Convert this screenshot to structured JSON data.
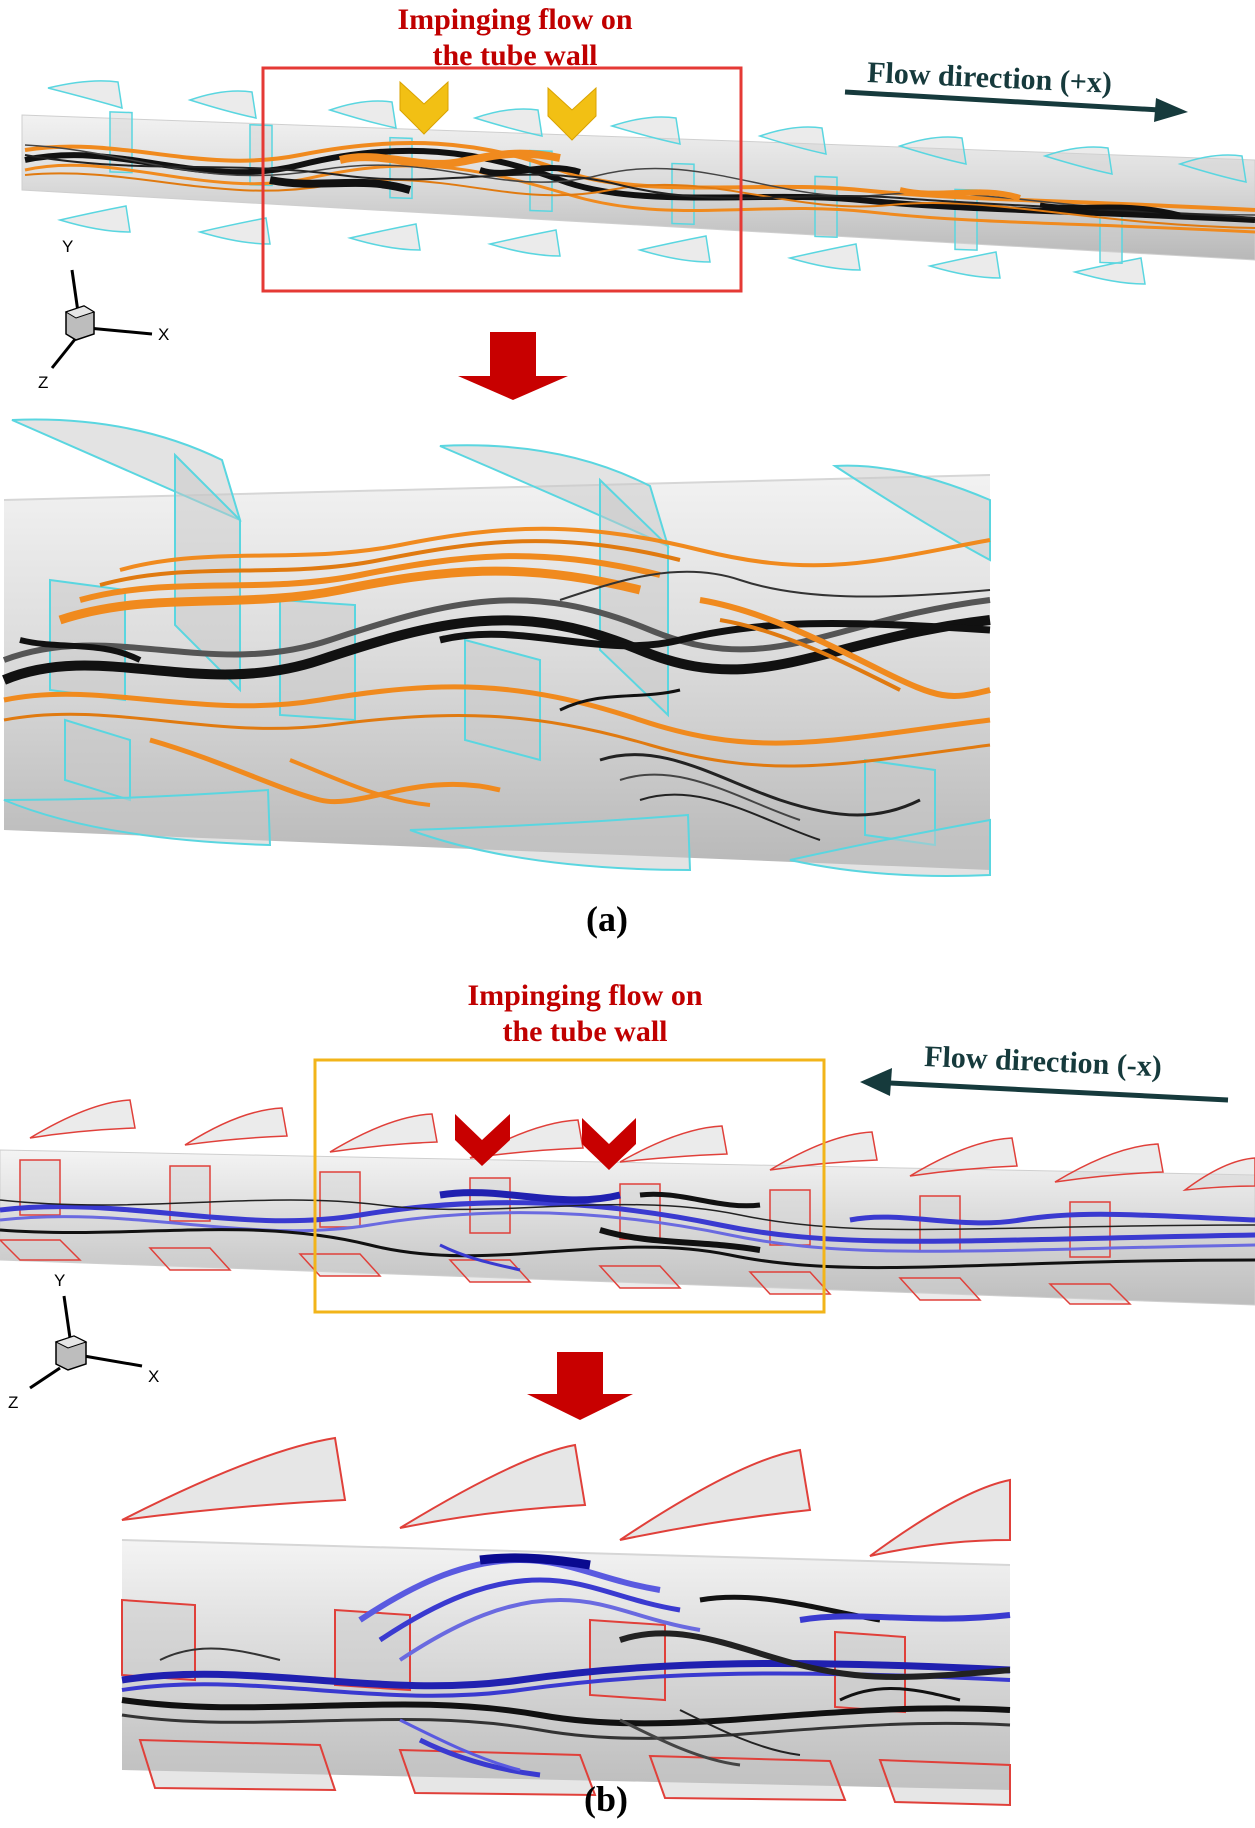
{
  "panel_a": {
    "annotation": "Impinging flow on\nthe tube wall",
    "annotation_line1": "Impinging flow on",
    "annotation_line2": "the tube wall",
    "flow_direction": "Flow direction (+x)",
    "label": "(a)",
    "box_color": "#e53935",
    "fin_color": "#5ad6e0",
    "streamline_colors": [
      "#f08a1e",
      "#111111"
    ]
  },
  "panel_b": {
    "annotation_line1": "Impinging flow on",
    "annotation_line2": "the tube wall",
    "flow_direction": "Flow direction (-x)",
    "label": "(b)",
    "box_color": "#f2b41a",
    "fin_color": "#e0403a",
    "streamline_colors": [
      "#3a3ad0",
      "#111111"
    ]
  },
  "axes": {
    "x": "X",
    "y": "Y",
    "z": "Z"
  },
  "arrow_color": "#c80000",
  "marker_a_color": "#f2c014",
  "marker_b_color": "#c80000"
}
